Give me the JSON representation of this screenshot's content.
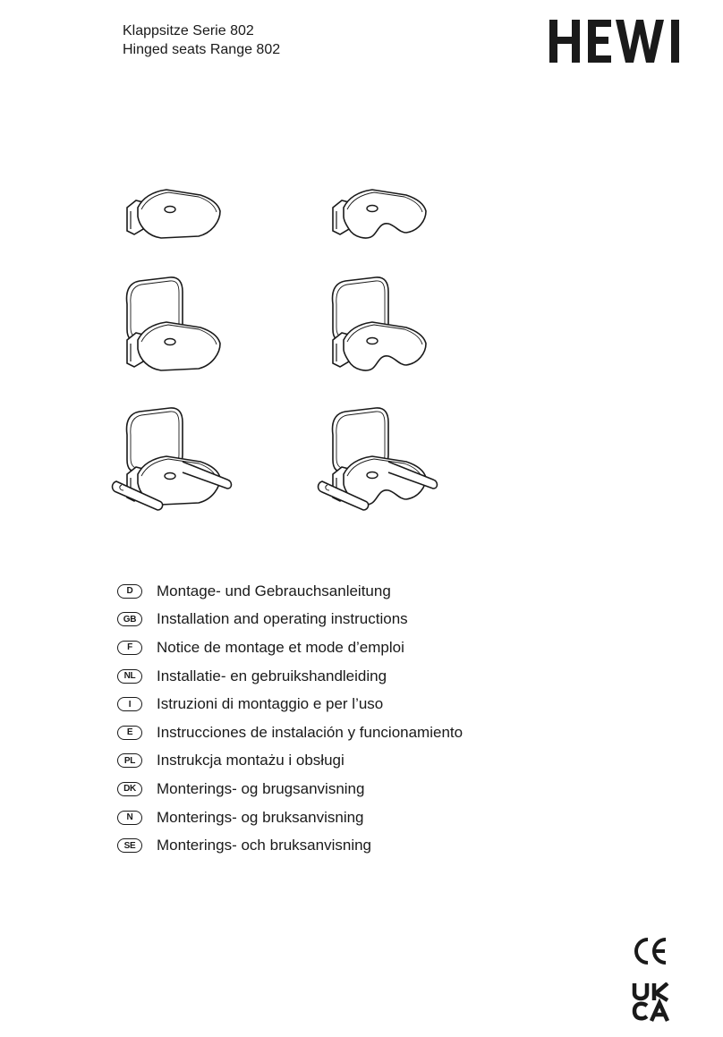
{
  "header": {
    "title_de": "Klappsitze Serie 802",
    "title_en": "Hinged seats Range 802",
    "brand": "HEWI"
  },
  "languages": [
    {
      "code": "D",
      "label": "Montage- und Gebrauchsanleitung"
    },
    {
      "code": "GB",
      "label": "Installation and operating instructions"
    },
    {
      "code": "F",
      "label": "Notice de montage et mode d’emploi"
    },
    {
      "code": "NL",
      "label": "Installatie- en gebruikshandleiding"
    },
    {
      "code": "I",
      "label": "Istruzioni di montaggio e per l’uso"
    },
    {
      "code": "E",
      "label": "Instrucciones de instalación y funcionamiento"
    },
    {
      "code": "PL",
      "label": "Instrukcja montażu i obsługi"
    },
    {
      "code": "DK",
      "label": "Monterings- og brugsanvisning"
    },
    {
      "code": "N",
      "label": "Monterings- og bruksanvisning"
    },
    {
      "code": "SE",
      "label": "Monterings- och bruksanvisning"
    }
  ],
  "marks": {
    "ce": "CE",
    "ukca_line1": "UK",
    "ukca_line2": "CA"
  },
  "illustrations": [
    {
      "name": "seat-standard",
      "variant": "standard"
    },
    {
      "name": "seat-u-shape",
      "variant": "u-shape"
    },
    {
      "name": "seat-standard-backrest",
      "variant": "standard"
    },
    {
      "name": "seat-u-shape-backrest",
      "variant": "u-shape"
    },
    {
      "name": "seat-standard-backrest-armrests",
      "variant": "standard"
    },
    {
      "name": "seat-u-shape-backrest-armrests",
      "variant": "u-shape"
    }
  ]
}
